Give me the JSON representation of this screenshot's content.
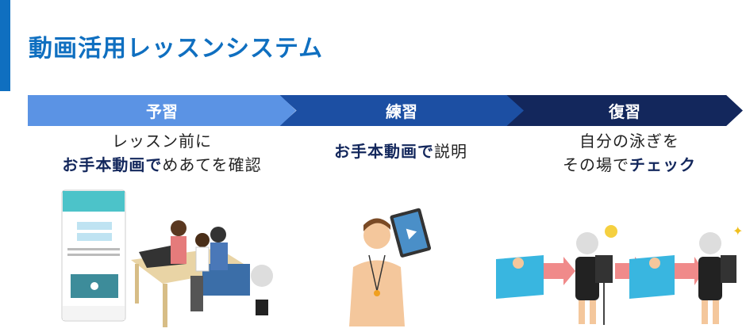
{
  "title": "動画活用レッスンシステム",
  "steps": [
    {
      "label": "予習",
      "line1": "レッスン前に",
      "bold": "お手本動画で",
      "rest": "めあてを確認"
    },
    {
      "label": "練習",
      "bold": "お手本動画で",
      "rest": "説明"
    },
    {
      "label": "復習",
      "line1": "自分の泳ぎを",
      "pre": "その場で",
      "bold": "チェック"
    }
  ],
  "colors": {
    "title": "#0f6fc0",
    "step1": "#5b93e4",
    "step2": "#1c4fa3",
    "step3": "#13275c"
  }
}
